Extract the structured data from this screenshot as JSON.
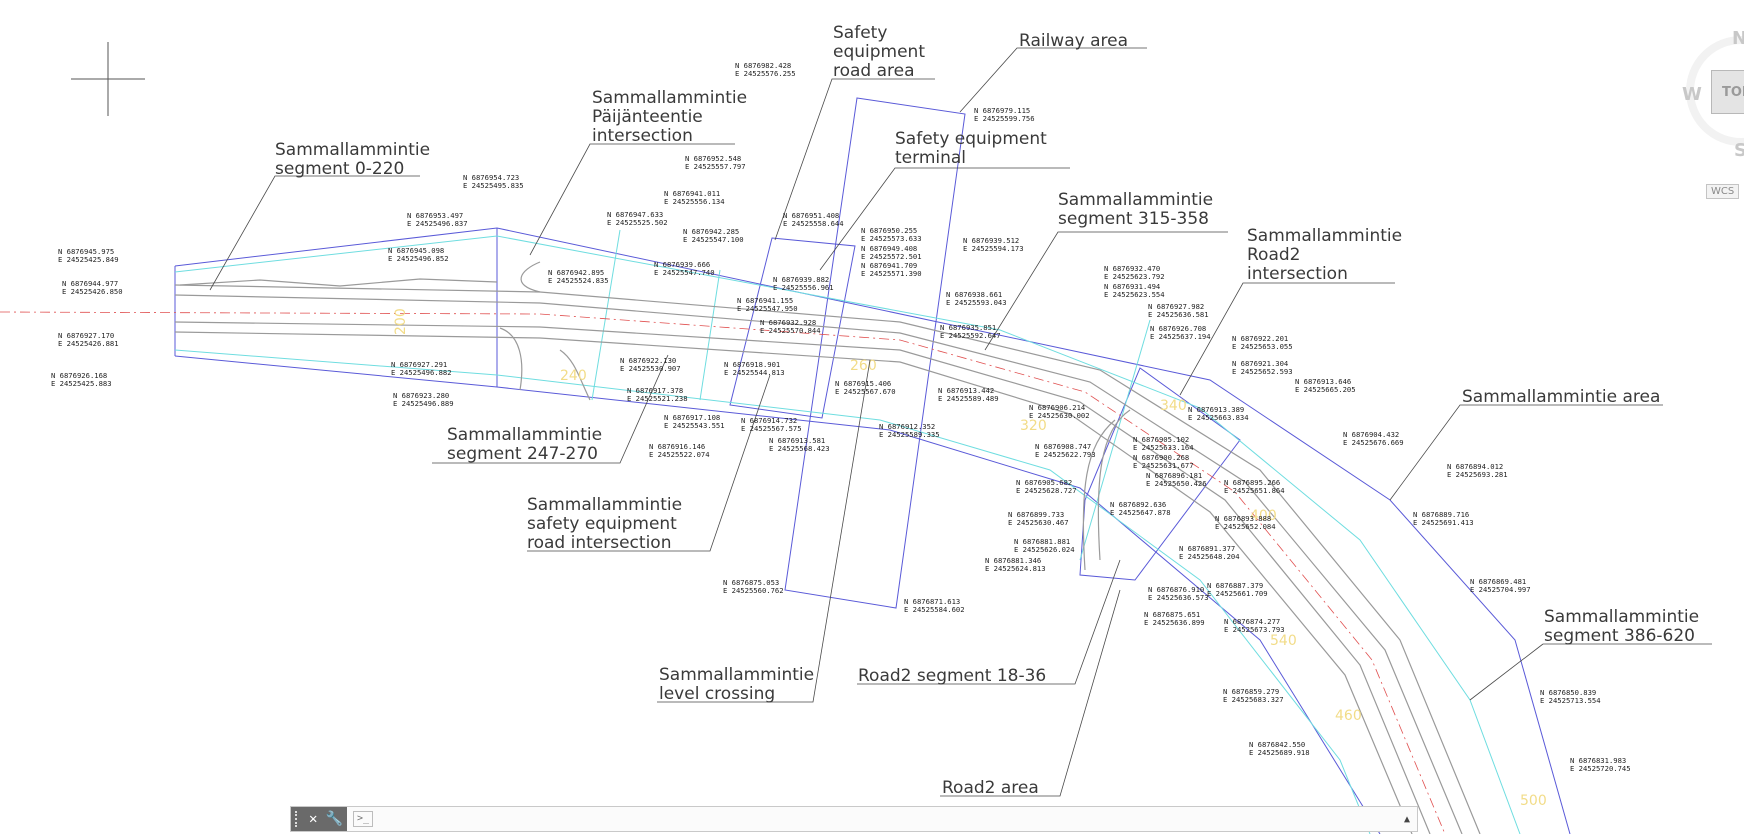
{
  "drawing": {
    "callouts": [
      "Sammallammintie segment 0-220",
      "Sammallammintie Päijänteentie intersection",
      "Safety equipment road area",
      "Railway area",
      "Safety equipment terminal",
      "Sammallammintie segment 315-358",
      "Sammallammintie Road2 intersection",
      "Sammallammintie area",
      "Sammallammintie segment 247-270",
      "Sammallammintie safety equipment road intersection",
      "Sammallammintie level crossing",
      "Road2 segment 18-36",
      "Road2 area",
      "Sammallammintie segment 386-620"
    ],
    "callout_lines": {
      "c0a": "Sammallammintie",
      "c0b": "segment 0-220",
      "c1a": "Sammallammintie",
      "c1b": "Päijänteentie",
      "c1c": "intersection",
      "c2a": "Safety",
      "c2b": "equipment",
      "c2c": "road area",
      "c3a": "Railway area",
      "c4a": "Safety equipment",
      "c4b": "terminal",
      "c5a": "Sammallammintie",
      "c5b": "segment 315-358",
      "c6a": "Sammallammintie",
      "c6b": "Road2",
      "c6c": "intersection",
      "c7a": "Sammallammintie area",
      "c8a": "Sammallammintie",
      "c8b": "segment 247-270",
      "c9a": "Sammallammintie",
      "c9b": "safety equipment",
      "c9c": "road intersection",
      "c10a": "Sammallammintie",
      "c10b": "level crossing",
      "c11a": "Road2 segment 18-36",
      "c12a": "Road2 area",
      "c13a": "Sammallammintie",
      "c13b": "segment 386-620"
    },
    "coords": [
      {
        "n": "N 6876945.975",
        "e": "E 24525425.849"
      },
      {
        "n": "N 6876944.977",
        "e": "E 24525426.850"
      },
      {
        "n": "N 6876927.170",
        "e": "E 24525426.881"
      },
      {
        "n": "N 6876926.168",
        "e": "E 24525425.883"
      },
      {
        "n": "N 6876954.723",
        "e": "E 24525495.835"
      },
      {
        "n": "N 6876953.497",
        "e": "E 24525496.837"
      },
      {
        "n": "N 6876945.098",
        "e": "E 24525496.852"
      },
      {
        "n": "N 6876927.291",
        "e": "E 24525496.882"
      },
      {
        "n": "N 6876923.280",
        "e": "E 24525496.889"
      },
      {
        "n": "N 6876982.428",
        "e": "E 24525576.255"
      },
      {
        "n": "N 6876979.115",
        "e": "E 24525599.756"
      },
      {
        "n": "N 6876952.548",
        "e": "E 24525557.797"
      },
      {
        "n": "N 6876941.011",
        "e": "E 24525556.134"
      },
      {
        "n": "N 6876947.633",
        "e": "E 24525525.502"
      },
      {
        "n": "N 6876942.285",
        "e": "E 24525547.100"
      },
      {
        "n": "N 6876951.408",
        "e": "E 24525558.644"
      },
      {
        "n": "N 6876950.255",
        "e": "E 24525573.633"
      },
      {
        "n": "N 6876949.408",
        "e": "E 24525572.501"
      },
      {
        "n": "N 6876941.709",
        "e": "E 24525571.390"
      },
      {
        "n": "N 6876939.512",
        "e": "E 24525594.173"
      },
      {
        "n": "N 6876939.666",
        "e": "E 24525547.740"
      },
      {
        "n": "N 6876942.895",
        "e": "E 24525524.835"
      },
      {
        "n": "N 6876939.882",
        "e": "E 24525556.961"
      },
      {
        "n": "N 6876941.155",
        "e": "E 24525547.950"
      },
      {
        "n": "N 6876932.928",
        "e": "E 24525570.844"
      },
      {
        "n": "N 6876938.661",
        "e": "E 24525593.043"
      },
      {
        "n": "N 6876935.851",
        "e": "E 24525592.647"
      },
      {
        "n": "N 6876922.130",
        "e": "E 24525530.907"
      },
      {
        "n": "N 6876917.378",
        "e": "E 24525521.238"
      },
      {
        "n": "N 6876918.901",
        "e": "E 24525544.813"
      },
      {
        "n": "N 6876917.108",
        "e": "E 24525543.551"
      },
      {
        "n": "N 6876916.146",
        "e": "E 24525522.074"
      },
      {
        "n": "N 6876914.732",
        "e": "E 24525567.575"
      },
      {
        "n": "N 6876913.581",
        "e": "E 24525568.423"
      },
      {
        "n": "N 6876915.406",
        "e": "E 24525567.670"
      },
      {
        "n": "N 6876913.442",
        "e": "E 24525589.489"
      },
      {
        "n": "N 6876912.352",
        "e": "E 24525589.335"
      },
      {
        "n": "N 6876875.053",
        "e": "E 24525560.762"
      },
      {
        "n": "N 6876871.613",
        "e": "E 24525584.602"
      },
      {
        "n": "N 6876932.470",
        "e": "E 24525623.792"
      },
      {
        "n": "N 6876931.494",
        "e": "E 24525623.554"
      },
      {
        "n": "N 6876927.982",
        "e": "E 24525636.581"
      },
      {
        "n": "N 6876926.708",
        "e": "E 24525637.194"
      },
      {
        "n": "N 6876922.201",
        "e": "E 24525653.055"
      },
      {
        "n": "N 6876921.304",
        "e": "E 24525652.593"
      },
      {
        "n": "N 6876913.646",
        "e": "E 24525665.205"
      },
      {
        "n": "N 6876913.389",
        "e": "E 24525663.834"
      },
      {
        "n": "N 6876906.214",
        "e": "E 24525630.002"
      },
      {
        "n": "N 6876908.747",
        "e": "E 24525622.793"
      },
      {
        "n": "N 6876905.682",
        "e": "E 24525628.727"
      },
      {
        "n": "N 6876905.102",
        "e": "E 24525633.164"
      },
      {
        "n": "N 6876900.268",
        "e": "E 24525631.677"
      },
      {
        "n": "N 6876896.181",
        "e": "E 24525650.426"
      },
      {
        "n": "N 6876895.266",
        "e": "E 24525651.864"
      },
      {
        "n": "N 6876892.636",
        "e": "E 24525647.878"
      },
      {
        "n": "N 6876899.733",
        "e": "E 24525630.467"
      },
      {
        "n": "N 6876893.888",
        "e": "E 24525652.084"
      },
      {
        "n": "N 6876891.377",
        "e": "E 24525648.204"
      },
      {
        "n": "N 6876881.881",
        "e": "E 24525626.024"
      },
      {
        "n": "N 6876881.346",
        "e": "E 24525624.813"
      },
      {
        "n": "N 6876887.379",
        "e": "E 24525661.709"
      },
      {
        "n": "N 6876876.910",
        "e": "E 24525636.573"
      },
      {
        "n": "N 6876875.651",
        "e": "E 24525636.899"
      },
      {
        "n": "N 6876874.277",
        "e": "E 24525673.793"
      },
      {
        "n": "N 6876904.432",
        "e": "E 24525676.669"
      },
      {
        "n": "N 6876894.012",
        "e": "E 24525693.281"
      },
      {
        "n": "N 6876889.716",
        "e": "E 24525691.413"
      },
      {
        "n": "N 6876869.481",
        "e": "E 24525704.997"
      },
      {
        "n": "N 6876859.279",
        "e": "E 24525683.327"
      },
      {
        "n": "N 6876850.839",
        "e": "E 24525713.554"
      },
      {
        "n": "N 6876842.550",
        "e": "E 24525689.918"
      },
      {
        "n": "N 6876831.983",
        "e": "E 24525720.745"
      }
    ],
    "chainage_labels": [
      "200",
      "240",
      "260",
      "320",
      "340",
      "400",
      "460",
      "500",
      "540"
    ]
  },
  "viewcube": {
    "north": "N",
    "west": "W",
    "south": "S",
    "face": "TOP",
    "wcs": "WCS"
  },
  "command_line": {
    "close_glyph": "✕",
    "settings_glyph": "🔧",
    "prompt_glyph": ">_",
    "input_placeholder": "",
    "history_glyph": "▲"
  }
}
